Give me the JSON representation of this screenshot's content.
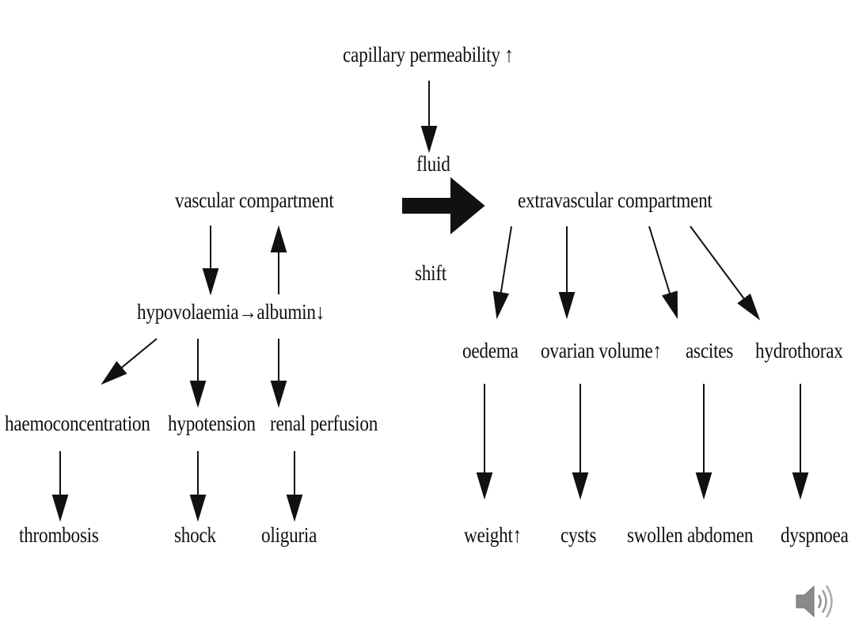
{
  "nodes": {
    "capillary_permeability": "capillary permeability ↑",
    "fluid": "fluid",
    "shift": "shift",
    "vascular_compartment": "vascular compartment",
    "extravascular_compartment": "extravascular compartment",
    "hypovolaemia_albumin": "hypovolaemia→albumin↓",
    "haemoconcentration": "haemoconcentration",
    "hypotension": "hypotension",
    "renal_perfusion": "renal perfusion",
    "thrombosis": "thrombosis",
    "shock": "shock",
    "oliguria": "oliguria",
    "oedema": "oedema",
    "ovarian_volume": "ovarian volume↑",
    "ascites": "ascites",
    "hydrothorax": "hydrothorax",
    "weight": "weight↑",
    "cysts": "cysts",
    "swollen_abdomen": "swollen abdomen",
    "dyspnoea": "dyspnoea"
  },
  "icons": {
    "audio": "speaker-icon"
  },
  "colors": {
    "ink": "#111111",
    "background": "#ffffff",
    "speaker": "#8a8a8a"
  }
}
